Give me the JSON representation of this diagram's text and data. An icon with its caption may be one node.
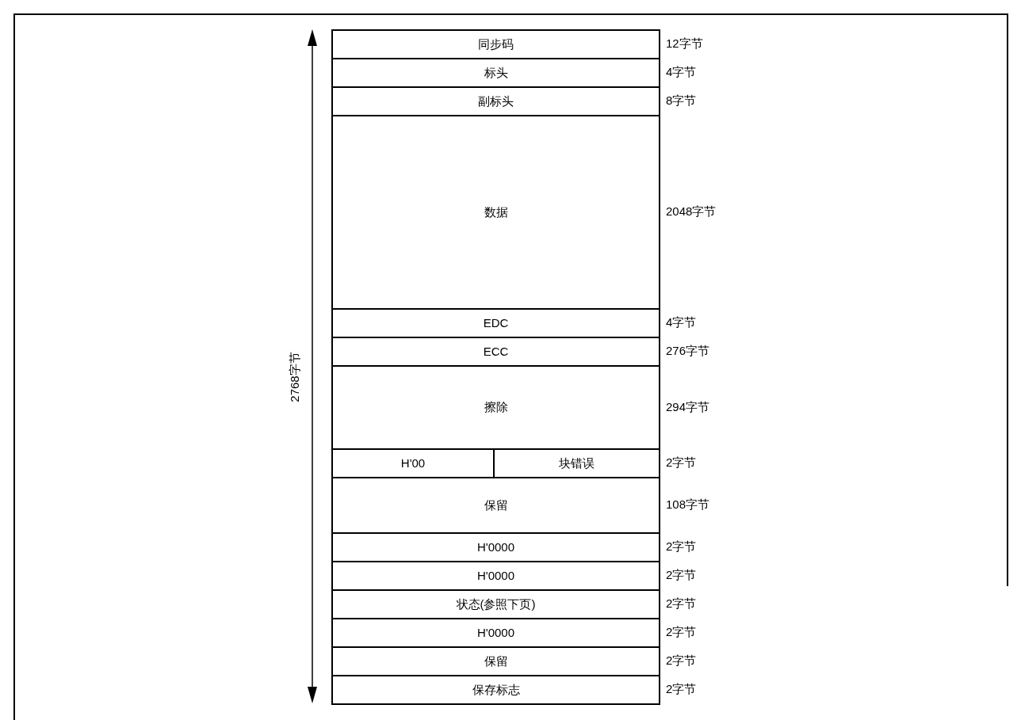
{
  "diagram": {
    "nodes": [
      {
        "text": [
          "同步码"
        ],
        "beside": [
          "12字节"
        ]
      },
      {
        "text": [
          "标头"
        ],
        "beside": [
          "4字节"
        ]
      },
      {
        "text": [
          "副标头"
        ],
        "beside": [
          "8字节"
        ]
      },
      {
        "text": [
          "数据"
        ],
        "beside": [
          "2048字节"
        ]
      },
      {
        "text": [
          "EDC"
        ],
        "beside": [
          "4字节"
        ]
      },
      {
        "text": [
          "ECC"
        ],
        "beside": [
          "276字节"
        ]
      },
      {
        "text": [
          "擦除"
        ],
        "beside": [
          "294字节"
        ]
      },
      {
        "text": [
          "H'00"
        ]
      },
      {
        "text": [
          "块错误"
        ],
        "beside": [
          "2字节"
        ]
      },
      {
        "text": [
          "保留"
        ],
        "beside": [
          "108字节"
        ]
      },
      {
        "text": [
          "H'0000"
        ],
        "beside": [
          "2字节"
        ]
      },
      {
        "text": [
          "H'0000"
        ],
        "beside": [
          "2字节"
        ]
      },
      {
        "text": [
          "状态(参照下页)"
        ],
        "beside": [
          "2字节"
        ]
      },
      {
        "text": [
          "H'0000"
        ],
        "beside": [
          "2字节"
        ]
      },
      {
        "text": [
          "保留"
        ],
        "beside": [
          "2字节"
        ]
      },
      {
        "text": [
          "保存标志"
        ],
        "beside": [
          "2字节"
        ]
      }
    ],
    "labels": [
      "2768字节"
    ]
  }
}
